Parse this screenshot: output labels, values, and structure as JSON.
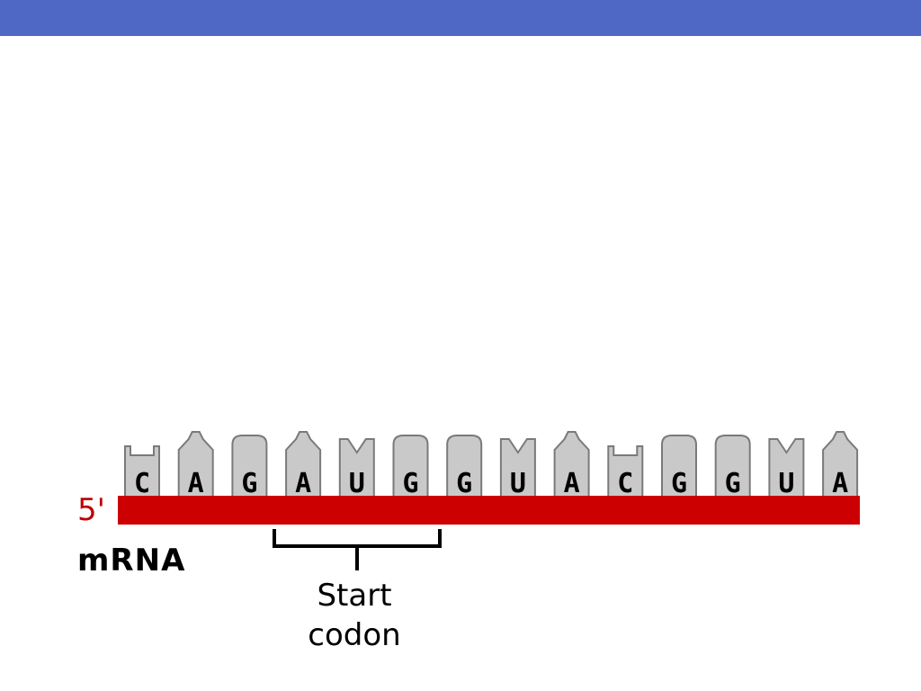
{
  "slide": {
    "accent_color": "#4f68c6"
  },
  "diagram": {
    "strand_color": "#cc0000",
    "five_prime_label": "5'",
    "molecule_label": "mRNA",
    "codon_label_line1": "Start",
    "codon_label_line2": "codon",
    "bases": [
      {
        "letter": "C",
        "shape": "notch"
      },
      {
        "letter": "A",
        "shape": "peak"
      },
      {
        "letter": "G",
        "shape": "round"
      },
      {
        "letter": "A",
        "shape": "peak"
      },
      {
        "letter": "U",
        "shape": "v-notch"
      },
      {
        "letter": "G",
        "shape": "round"
      },
      {
        "letter": "G",
        "shape": "round"
      },
      {
        "letter": "U",
        "shape": "v-notch"
      },
      {
        "letter": "A",
        "shape": "peak"
      },
      {
        "letter": "C",
        "shape": "notch"
      },
      {
        "letter": "G",
        "shape": "round"
      },
      {
        "letter": "G",
        "shape": "round"
      },
      {
        "letter": "U",
        "shape": "v-notch"
      },
      {
        "letter": "A",
        "shape": "peak"
      }
    ],
    "start_codon_bases": [
      3,
      5
    ]
  }
}
